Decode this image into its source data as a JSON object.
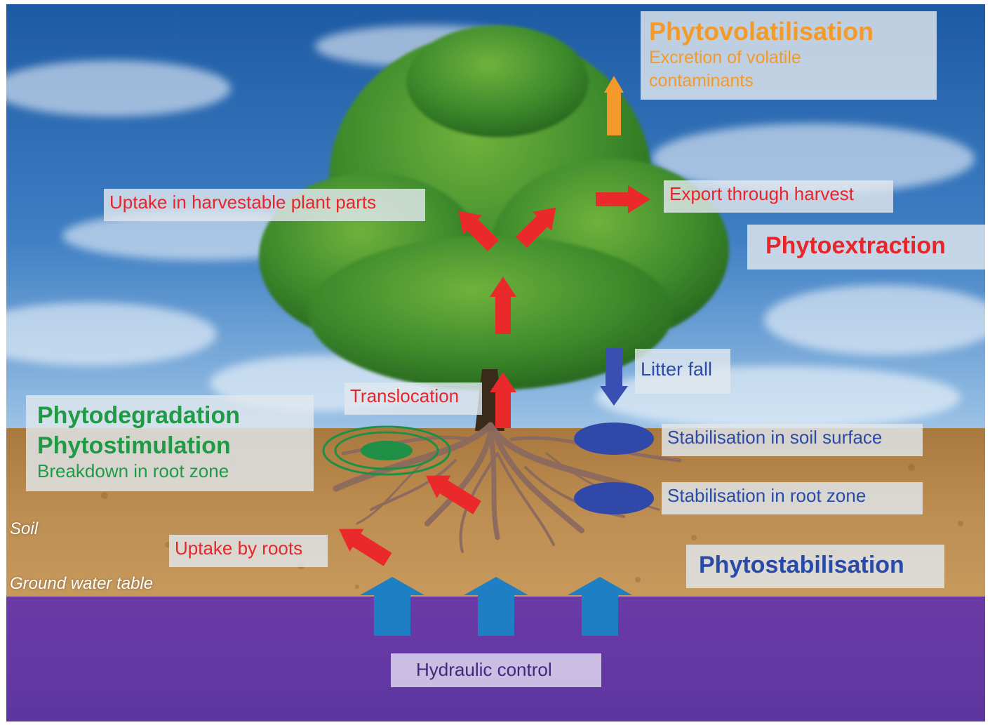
{
  "labels": {
    "phytovolatilisation_title": "Phytovolatilisation",
    "phytovolatilisation_desc": "Excretion of volatile contaminants",
    "uptake_harvestable": "Uptake in harvestable plant parts",
    "export_harvest": "Export through harvest",
    "phytoextraction": "Phytoextraction",
    "litter_fall": "Litter fall",
    "translocation": "Translocation",
    "phytodegradation": "Phytodegradation",
    "phytostimulation": "Phytostimulation",
    "breakdown_root_zone": "Breakdown in root zone",
    "stabilisation_soil_surface": "Stabilisation in soil surface",
    "stabilisation_root_zone": "Stabilisation in root zone",
    "soil": "Soil",
    "uptake_by_roots": "Uptake by roots",
    "phytostabilisation": "Phytostabilisation",
    "ground_water_table": "Ground water table",
    "hydraulic_control": "Hydraulic control"
  },
  "colors": {
    "sky_top": "#1d5aa4",
    "sky_bottom": "#9cc3e6",
    "soil": "#b9894c",
    "groundwater": "#6a3fa8",
    "tree_foliage": "#3d8a2c",
    "extraction_arrow": "#ea2a2a",
    "volatilisation_arrow": "#f39a2a",
    "litter_arrow": "#3b4fb3",
    "stabilisation_disc": "#3049a8",
    "degradation_ring": "#1e8f44",
    "hydraulic_arrow": "#1f7fc4"
  },
  "icons": [
    "tree-icon",
    "roots-icon",
    "arrow-icon",
    "disc-icon",
    "ring-icon"
  ]
}
